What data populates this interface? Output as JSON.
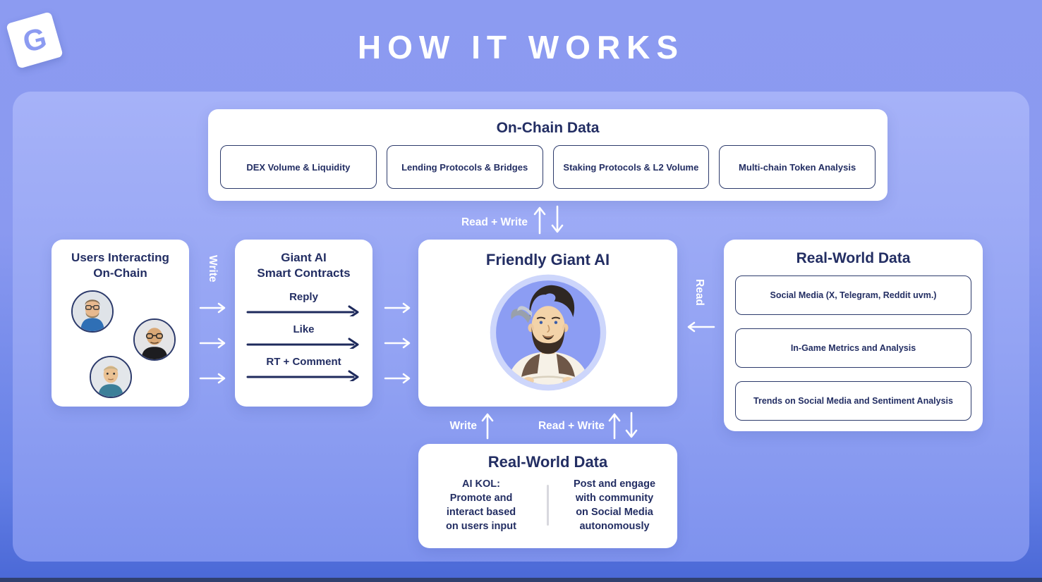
{
  "header": {
    "logo_letter": "G",
    "title": "HOW IT WORKS"
  },
  "on_chain": {
    "title": "On-Chain Data",
    "items": [
      "DEX Volume & Liquidity",
      "Lending Protocols & Bridges",
      "Staking Protocols & L2 Volume",
      "Multi-chain Token Analysis"
    ]
  },
  "flows": {
    "top_read_write": "Read + Write",
    "users_write": "Write",
    "giant_read": "Read",
    "bottom_write": "Write",
    "bottom_read_write": "Read + Write"
  },
  "users": {
    "title": "Users Interacting\nOn-Chain"
  },
  "contracts": {
    "title": "Giant AI\nSmart Contracts",
    "actions": [
      "Reply",
      "Like",
      "RT + Comment"
    ]
  },
  "giant": {
    "title": "Friendly Giant AI"
  },
  "real_world_right": {
    "title": "Real-World Data",
    "items": [
      "Social Media (X, Telegram, Reddit uvm.)",
      "In-Game Metrics and Analysis",
      "Trends on Social Media and Sentiment Analysis"
    ]
  },
  "real_world_bottom": {
    "title": "Real-World Data",
    "left": "AI KOL:\nPromote and\ninteract based\non users input",
    "right": "Post and engage\nwith community\non Social Media\nautonomously"
  },
  "colors": {
    "accent_navy": "#232E63",
    "background_top": "#8C9BF1",
    "background_bottom": "#4A68D6",
    "card_white": "#FFFFFF"
  }
}
